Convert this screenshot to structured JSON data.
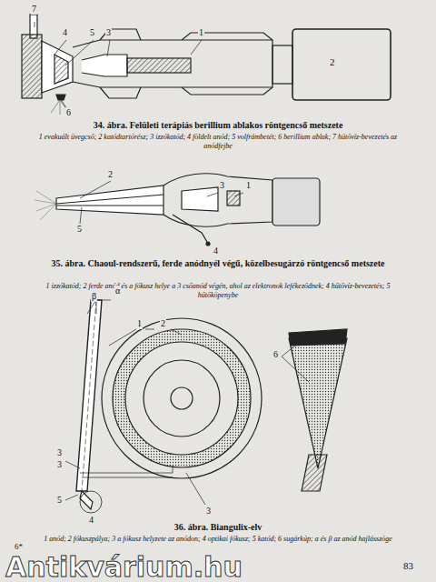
{
  "diagram": {
    "labels": [
      "7",
      "4",
      "5",
      "3",
      "1",
      "2",
      "6",
      "34. ábra. Felületi terápiás berillium ablakos röntgencső metszete",
      "1 evakuált üvegcső; 2 katódtartórész; 3 izzókatód; 4 földelt anód; 5 volfrámbetét; 6 berillium ablak; 7 hűtővíz-bevezetés az anódfejbe",
      "2",
      "3",
      "1",
      "5",
      "4",
      "35. ábra. Chaoul-rendszerű, ferde anódnyél végű, közelbesugárzó röntgencső metszete",
      "1 izzókatód; 2 ferde anód és a fókusz helye a 3 csőanód végén, ahol az elektronok lefékeződnek; 4 hűtővíz-bevezetés; 5 hűtőköpenybe",
      "α",
      "β",
      "1",
      "2",
      "6",
      "3",
      "3",
      "5",
      "4",
      "3",
      "36. ábra. Biangulix-elv",
      "1 anód; 2 fókuszpálya; 3 a fókusz helyzete az anódon; 4 optikai fókusz; 5 katód; 6 sugárkúp; α és β az anód hajlásszöge",
      "6*",
      "83",
      "Antikvárium.hu"
    ]
  }
}
